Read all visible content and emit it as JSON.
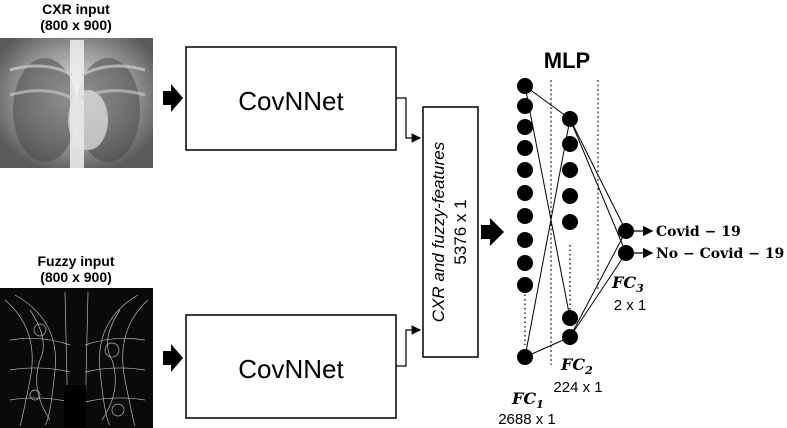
{
  "inputs": {
    "cxr": {
      "title": "CXR input",
      "size": "(800 x 900)"
    },
    "fuzzy": {
      "title": "Fuzzy input",
      "size": "(800 x 900)"
    }
  },
  "blocks": {
    "cnn_top": "CovNNet",
    "cnn_bottom": "CovNNet",
    "features_title": "CXR and fuzzy-features",
    "features_size": "5376 x 1"
  },
  "mlp": {
    "title": "MLP",
    "fc1": {
      "name": "FC",
      "sub": "1",
      "size": "2688 x 1"
    },
    "fc2": {
      "name": "FC",
      "sub": "2",
      "size": "224 x 1"
    },
    "fc3": {
      "name": "FC",
      "sub": "3",
      "size": "2 x 1"
    },
    "outputs": [
      "Covid − 19",
      "No − Covid − 19"
    ]
  },
  "colors": {
    "stroke": "#000000",
    "node": "#000000",
    "background": "#ffffff"
  }
}
